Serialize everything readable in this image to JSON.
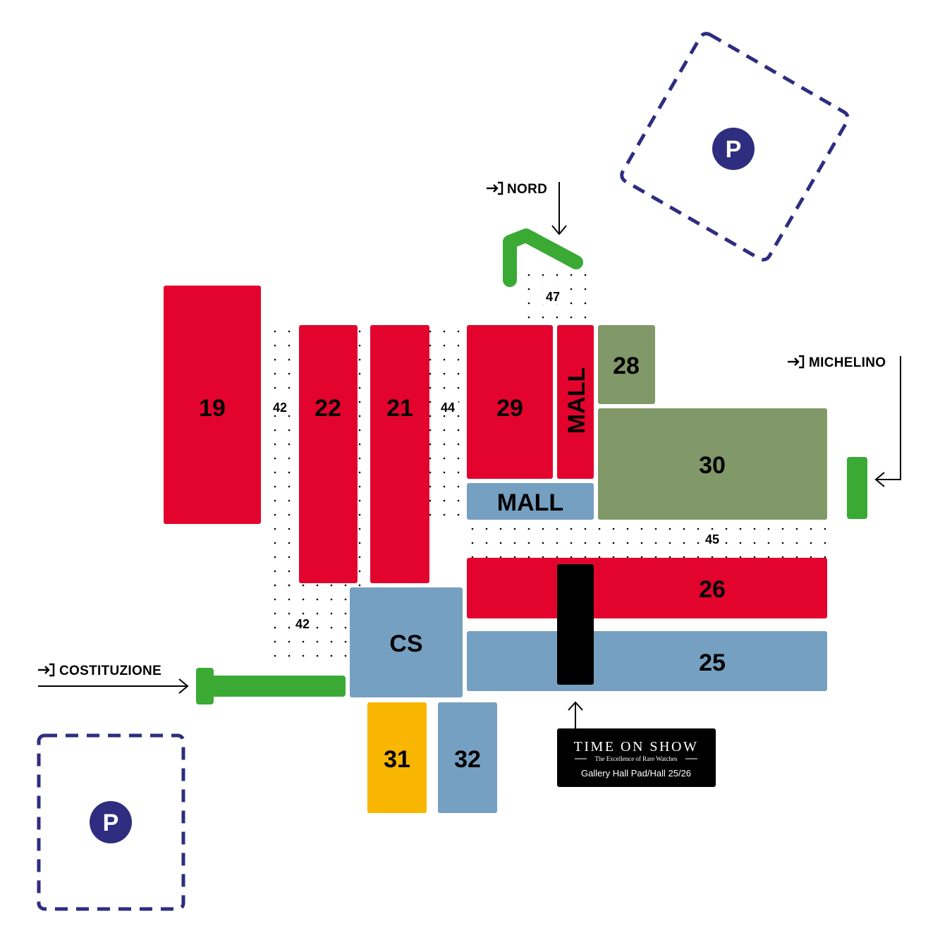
{
  "colors": {
    "red": "#e3042d",
    "blue": "#76a0c1",
    "green": "#819868",
    "yellow": "#f8b502",
    "entrance_green": "#3aaa35",
    "parking_navy": "#2e2d7f",
    "black": "#000000"
  },
  "halls": {
    "h19": "19",
    "h22": "22",
    "h21": "21",
    "h29": "29",
    "mall_vertical": "MALL",
    "mall_horizontal": "MALL",
    "h28": "28",
    "h30": "30",
    "h26": "26",
    "h25": "25",
    "cs": "CS",
    "h31": "31",
    "h32": "32"
  },
  "corridors": {
    "c42_top": "42",
    "c44": "44",
    "c42_bottom": "42",
    "c45": "45",
    "c47": "47"
  },
  "entrances": {
    "nord": "NORD",
    "michelino": "MICHELINO",
    "costituzione": "COSTITUZIONE",
    "icon": "enter-icon"
  },
  "parking": {
    "top_right": "P",
    "bottom_left": "P"
  },
  "time_on_show": {
    "title": "TIME ON SHOW",
    "tagline": "The Excellence of Rare Watches",
    "location": "Gallery Hall Pad/Hall 25/26"
  }
}
